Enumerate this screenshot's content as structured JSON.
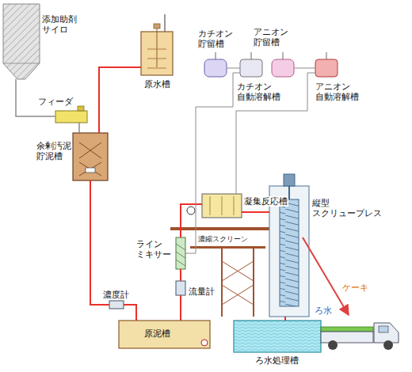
{
  "diagram": {
    "nodes": [
      {
        "text": [
          "添加助剤 サイロ"
        ]
      },
      {
        "text": [
          "フィーダ"
        ]
      },
      {
        "text": [
          "原水槽"
        ]
      },
      {
        "text": [
          "余剰汚泥 貯泥槽"
        ]
      },
      {
        "text": [
          "カチオン 貯留槽"
        ]
      },
      {
        "text": [
          "カチオン 自動溶解槽"
        ]
      },
      {
        "text": [
          "アニオン 貯留槽"
        ]
      },
      {
        "text": [
          "アニオン 自動溶解槽"
        ]
      },
      {
        "text": [
          "凝集反応槽"
        ]
      },
      {
        "text": [
          "縦型 スクリュープレス"
        ]
      },
      {
        "text": [
          "ライン ミキサー"
        ]
      },
      {
        "text": [
          "流量計"
        ]
      },
      {
        "text": [
          "濃度計"
        ]
      },
      {
        "text": [
          "原泥槽"
        ]
      },
      {
        "text": [
          "ろ水処理槽"
        ]
      }
    ],
    "edges": [
      {
        "from": 0,
        "to": 1,
        "arrow": "none"
      },
      {
        "from": 1,
        "to": 3,
        "arrow": "none"
      },
      {
        "from": 2,
        "to": 3,
        "arrow": "none"
      },
      {
        "from": 3,
        "to": 12,
        "arrow": "none"
      },
      {
        "from": 12,
        "to": 13,
        "arrow": "none"
      },
      {
        "from": 13,
        "to": 11,
        "arrow": "none"
      },
      {
        "from": 11,
        "to": 10,
        "arrow": "none"
      },
      {
        "from": 10,
        "to": 8,
        "arrow": "none"
      },
      {
        "from": 5,
        "to": 10,
        "arrow": "none"
      },
      {
        "from": 7,
        "to": 8,
        "arrow": "none"
      },
      {
        "from": 4,
        "to": 5,
        "arrow": "none"
      },
      {
        "from": 6,
        "to": 7,
        "arrow": "none"
      },
      {
        "from": 8,
        "to": 9,
        "arrow": "none"
      },
      {
        "from": 9,
        "to": 14,
        "arrow": "none"
      }
    ],
    "labels": [
      "濃縮スクリーン",
      "ケーキ",
      "ろ水"
    ]
  }
}
